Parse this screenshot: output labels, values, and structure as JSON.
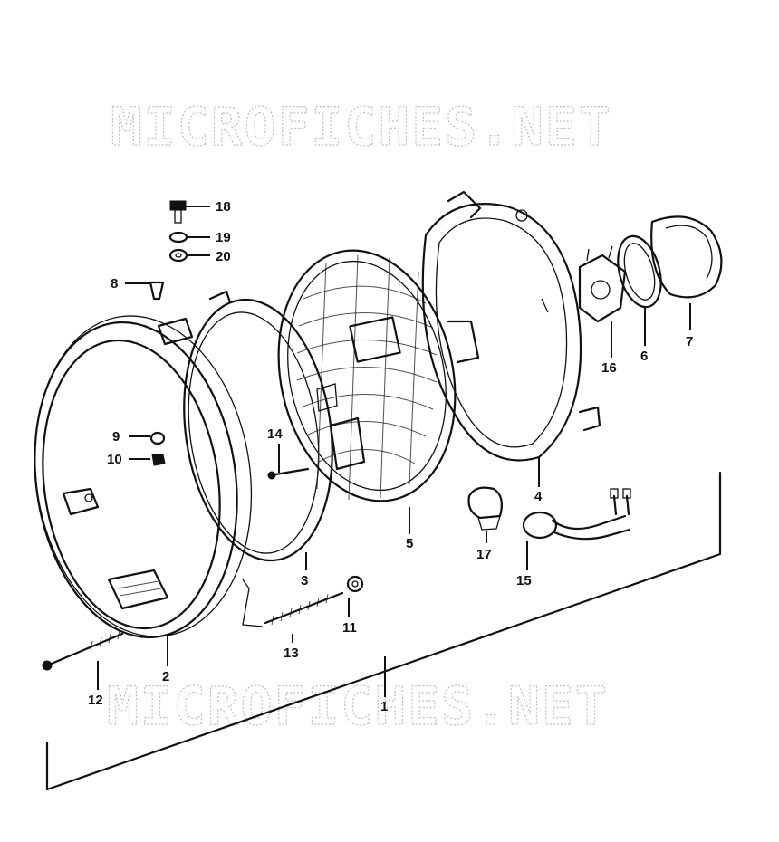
{
  "watermark": "MICROFICHES.NET",
  "parts": [
    {
      "id": "p1",
      "label": "1"
    },
    {
      "id": "p2",
      "label": "2"
    },
    {
      "id": "p3",
      "label": "3"
    },
    {
      "id": "p4",
      "label": "4"
    },
    {
      "id": "p5",
      "label": "5"
    },
    {
      "id": "p6",
      "label": "6"
    },
    {
      "id": "p7",
      "label": "7"
    },
    {
      "id": "p8",
      "label": "8"
    },
    {
      "id": "p9",
      "label": "9"
    },
    {
      "id": "p10",
      "label": "10"
    },
    {
      "id": "p11",
      "label": "11"
    },
    {
      "id": "p12",
      "label": "12"
    },
    {
      "id": "p13",
      "label": "13"
    },
    {
      "id": "p14",
      "label": "14"
    },
    {
      "id": "p15",
      "label": "15"
    },
    {
      "id": "p16",
      "label": "16"
    },
    {
      "id": "p17",
      "label": "17"
    },
    {
      "id": "p18",
      "label": "18"
    },
    {
      "id": "p19",
      "label": "19"
    },
    {
      "id": "p20",
      "label": "20"
    }
  ]
}
